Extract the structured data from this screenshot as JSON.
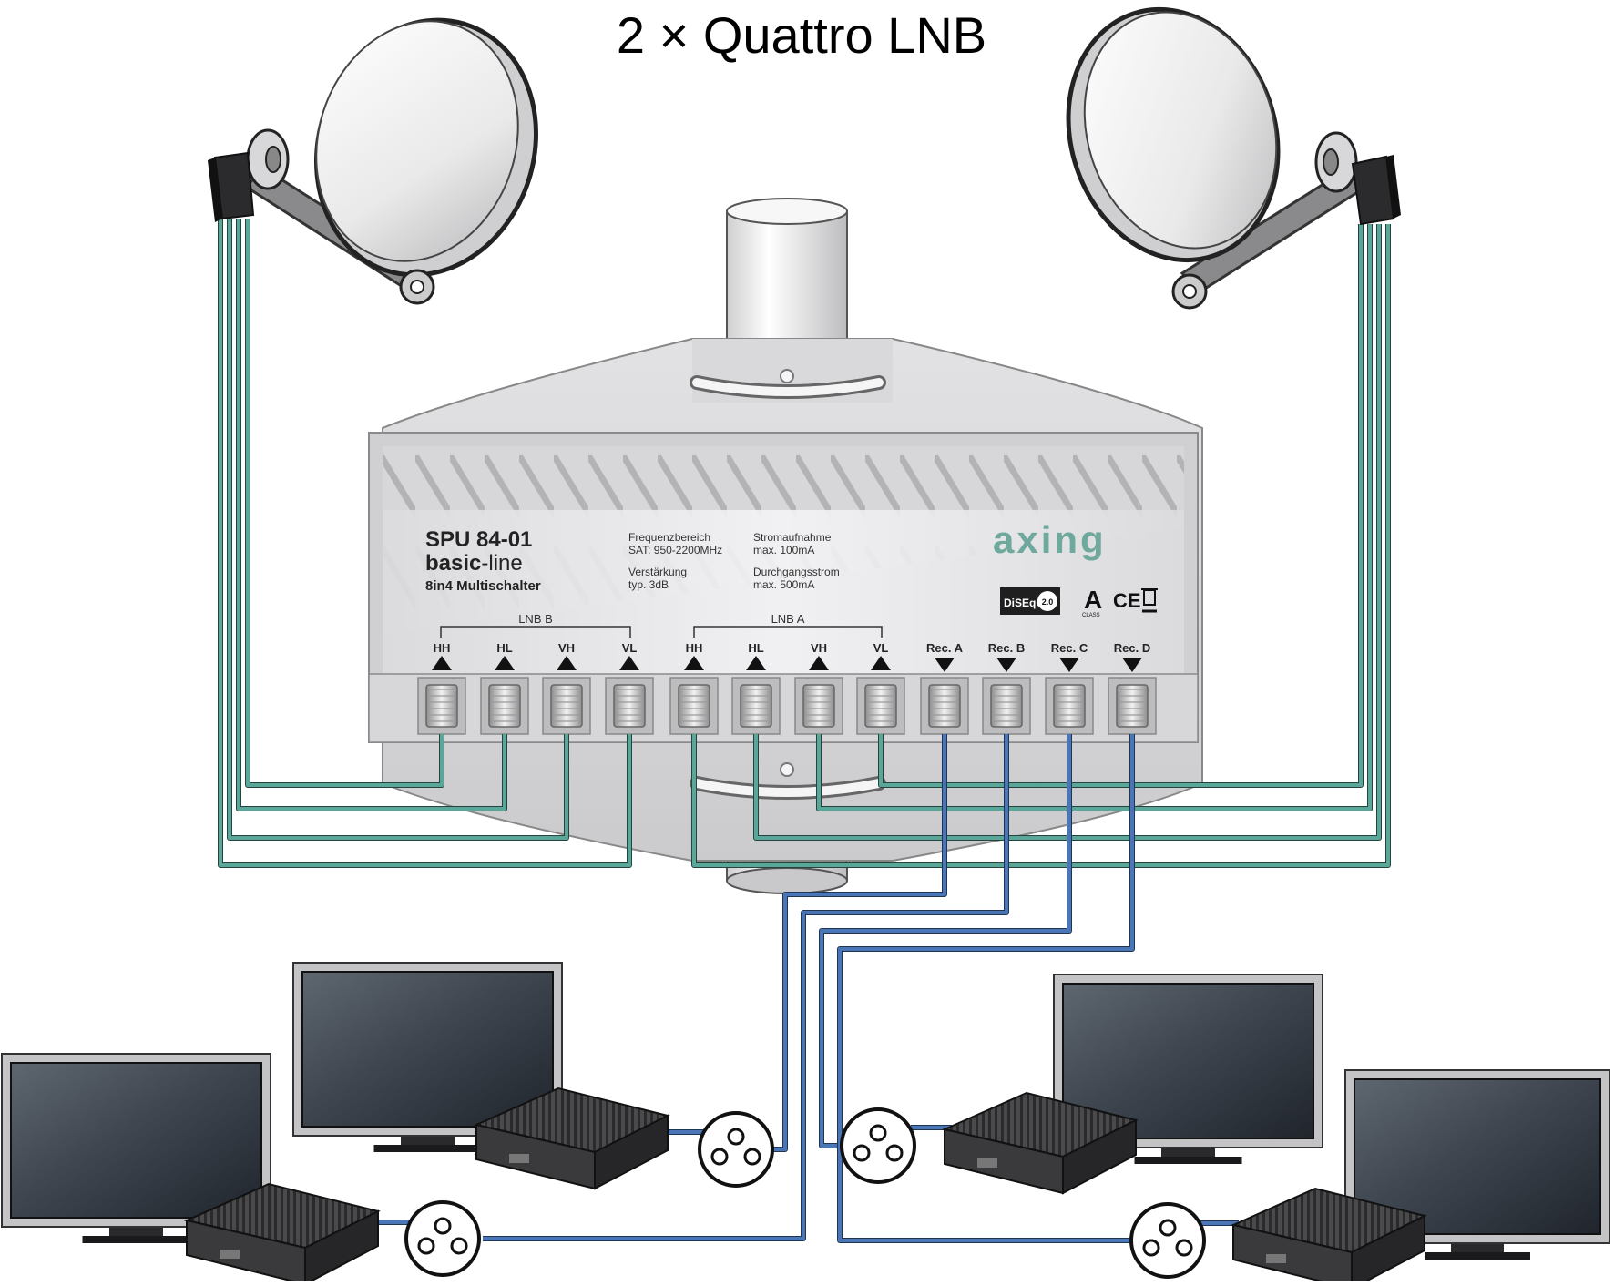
{
  "title": "2 × Quattro LNB",
  "device": {
    "model": "SPU 84-01",
    "series_bold": "basic",
    "series_rest": "-line",
    "type": "8in4 Multischalter",
    "brand": "axing",
    "specs": [
      {
        "label": "Frequenzbereich",
        "value": "SAT: 950-2200MHz"
      },
      {
        "label": "Verstärkung",
        "value": "typ. 3dB"
      },
      {
        "label": "Stromaufnahme",
        "value": "max. 100mA"
      },
      {
        "label": "Durchgangsstrom",
        "value": "max. 500mA"
      }
    ],
    "badges": {
      "diseqc": "DiSEqC",
      "diseqc_version": "2.0",
      "class": "A",
      "class_label": "CLASS",
      "ce": "CE"
    },
    "groups": [
      "LNB B",
      "LNB A"
    ],
    "inputs": [
      "HH",
      "HL",
      "VH",
      "VL",
      "HH",
      "HL",
      "VH",
      "VL"
    ],
    "outputs": [
      "Rec. A",
      "Rec. B",
      "Rec. C",
      "Rec. D"
    ]
  },
  "colors": {
    "lnb_cable": "#5aa79a",
    "receiver_cable": "#4a76b6",
    "housing": "#d4d4d6",
    "brand": "#6fa89c"
  }
}
